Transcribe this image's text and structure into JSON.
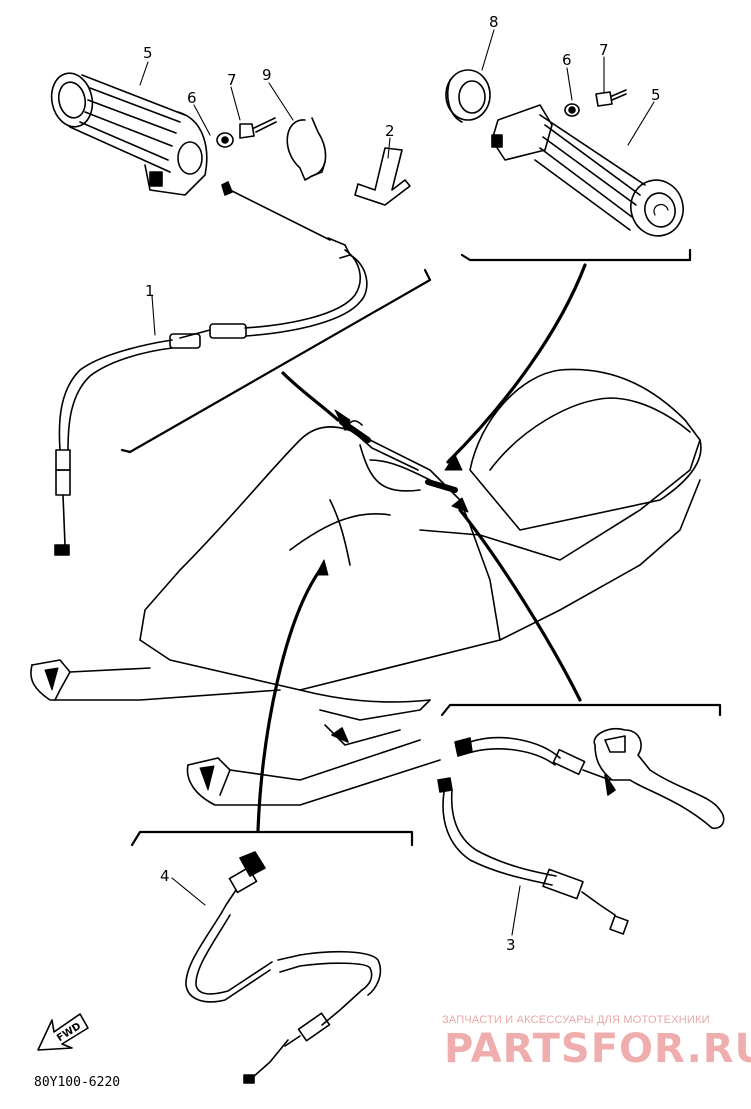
{
  "callouts": {
    "c1": "1",
    "c2": "2",
    "c3": "3",
    "c4": "4",
    "c5_left": "5",
    "c5_right": "5",
    "c6_left": "6",
    "c6_right": "6",
    "c7_left": "7",
    "c7_right": "7",
    "c8": "8",
    "c9": "9"
  },
  "fwd_label": "FWD",
  "diagram_code": "80Y100-6220",
  "watermark": {
    "caption": "ЗАПЧАСТИ И АКСЕССУАРЫ ДЛЯ МОТОТЕХНИКИ",
    "logo": "PARTSFOR.RU"
  },
  "colors": {
    "ink": "#000000",
    "watermark_light": "#e9a7a7",
    "watermark_logo": "#e26b6b"
  }
}
